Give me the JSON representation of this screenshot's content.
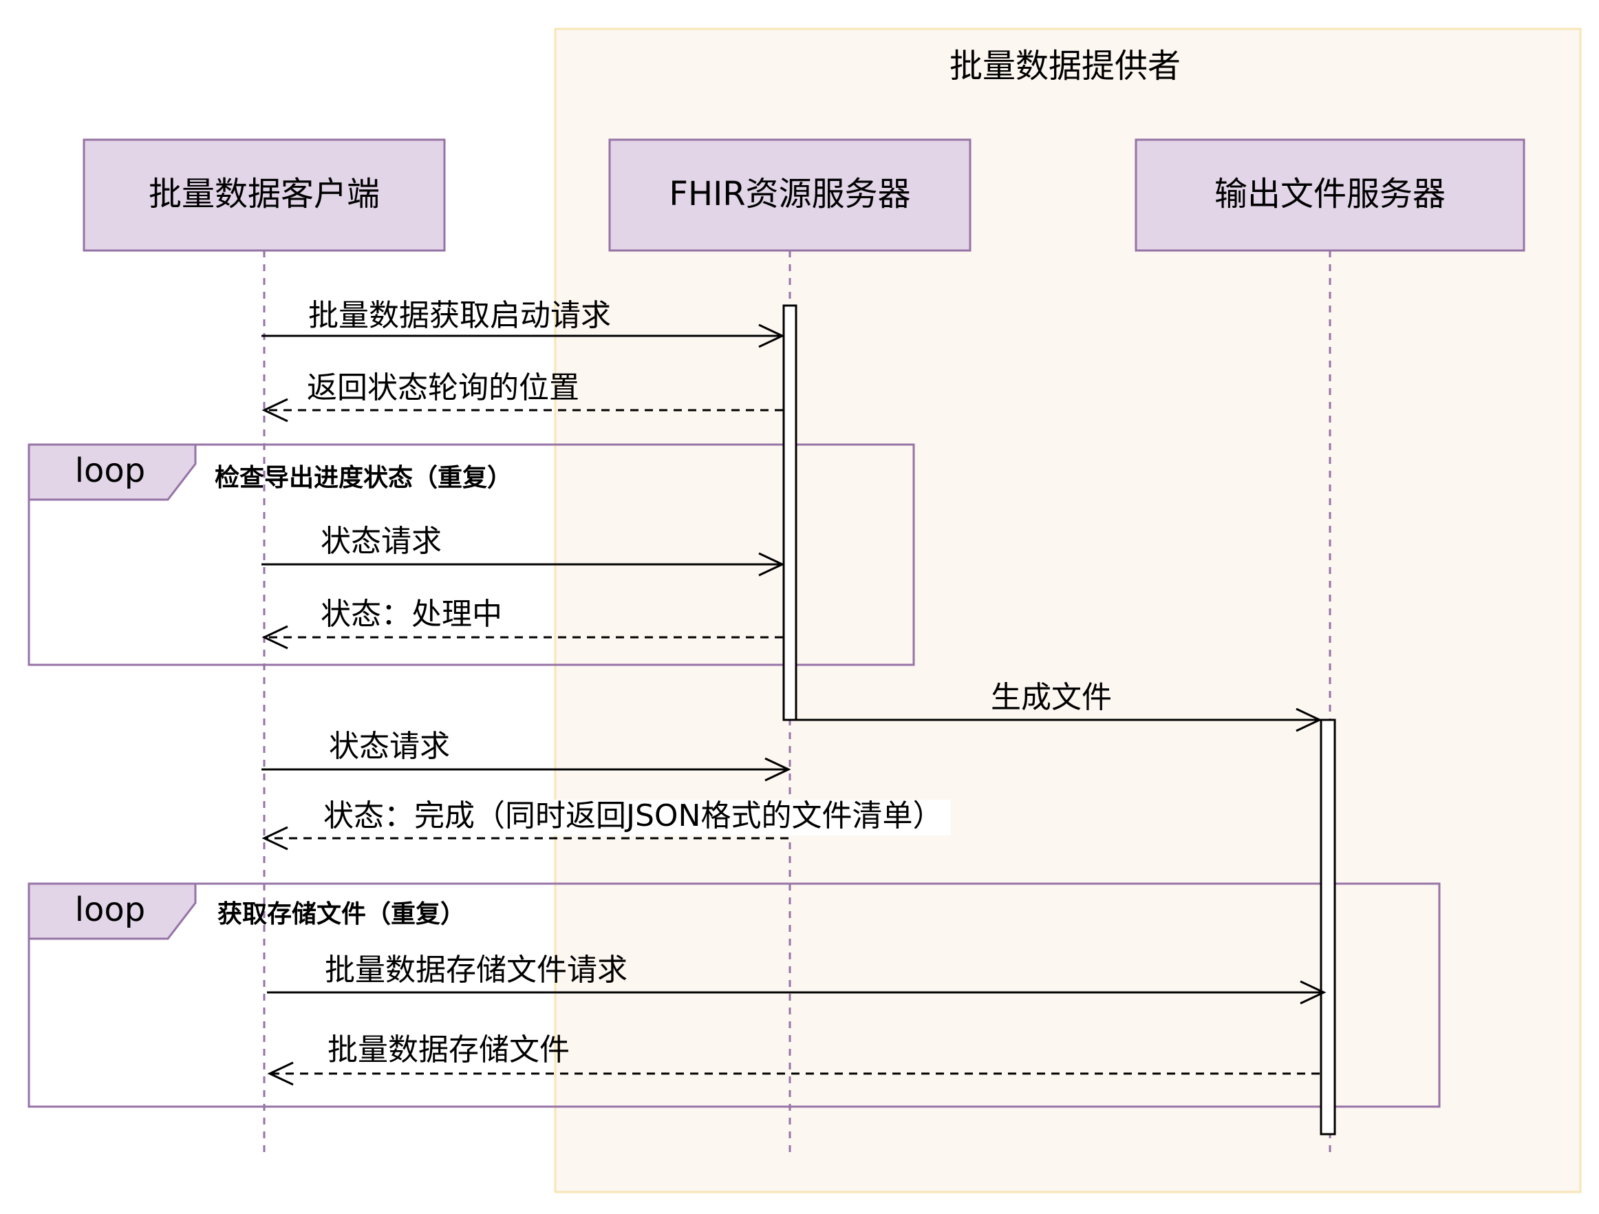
{
  "colors": {
    "group_fill": "#fdf7f1",
    "group_stroke": "#f7e6b6",
    "participant_fill": "#e1d5e7",
    "participant_stroke": "#9673a6",
    "lifeline": "#9673a6",
    "arrow": "#000000"
  },
  "group": {
    "title": "批量数据提供者"
  },
  "participants": [
    {
      "label": "批量数据客户端"
    },
    {
      "label": "FHIR资源服务器"
    },
    {
      "label": "输出文件服务器"
    }
  ],
  "messages": [
    {
      "label": "批量数据获取启动请求",
      "from": "批量数据客户端",
      "to": "FHIR资源服务器",
      "type": "request"
    },
    {
      "label": "返回状态轮询的位置",
      "from": "FHIR资源服务器",
      "to": "批量数据客户端",
      "type": "reply"
    },
    {
      "label": "状态请求",
      "from": "批量数据客户端",
      "to": "FHIR资源服务器",
      "type": "request"
    },
    {
      "label": "状态：处理中",
      "from": "FHIR资源服务器",
      "to": "批量数据客户端",
      "type": "reply"
    },
    {
      "label": "生成文件",
      "from": "FHIR资源服务器",
      "to": "输出文件服务器",
      "type": "request"
    },
    {
      "label": "状态请求",
      "from": "批量数据客户端",
      "to": "FHIR资源服务器",
      "type": "request"
    },
    {
      "label": "状态：完成（同时返回JSON格式的文件清单）",
      "from": "FHIR资源服务器",
      "to": "批量数据客户端",
      "type": "reply"
    },
    {
      "label": "批量数据存储文件请求",
      "from": "批量数据客户端",
      "to": "输出文件服务器",
      "type": "request"
    },
    {
      "label": "批量数据存储文件",
      "from": "输出文件服务器",
      "to": "批量数据客户端",
      "type": "reply"
    }
  ],
  "loops": [
    {
      "keyword": "loop",
      "condition": "检查导出进度状态（重复）"
    },
    {
      "keyword": "loop",
      "condition": "获取存储文件（重复）"
    }
  ]
}
